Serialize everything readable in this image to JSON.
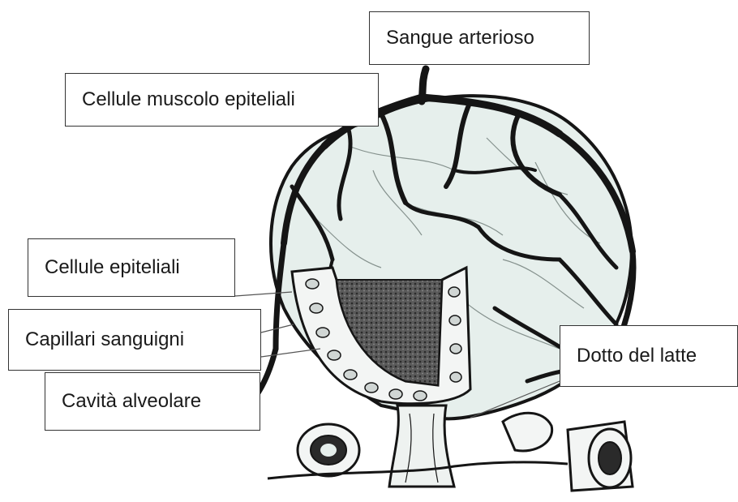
{
  "labels": {
    "sangue_arterioso": "Sangue arterioso",
    "cellule_muscolo_epiteliali": "Cellule muscolo epiteliali",
    "cellule_epiteliali": "Cellule epiteliali",
    "capillari_sanguigni": "Capillari sanguigni",
    "cavita_alveolare": "Cavità alveolare",
    "dotto_del_latte": "Dotto del latte"
  },
  "colors": {
    "alveolus_fill": "#e6efec",
    "vessel": "#151515",
    "lumen": "#4a4a4a",
    "label_border": "#333333"
  }
}
